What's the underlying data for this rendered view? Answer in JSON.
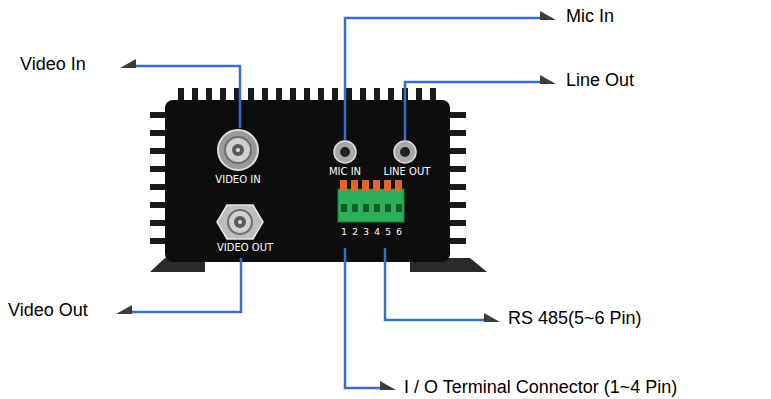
{
  "diagram": {
    "labels": [
      "Video In",
      "Mic In",
      "Line Out",
      "Video Out",
      "RS 485(5~6 Pin)",
      "I / O Terminal Connector (1~4 Pin)",
      "VIDEO IN",
      "VIDEO OUT",
      "MIC IN",
      "LINE OUT",
      "1",
      "2",
      "3",
      "4",
      "5",
      "6"
    ]
  }
}
